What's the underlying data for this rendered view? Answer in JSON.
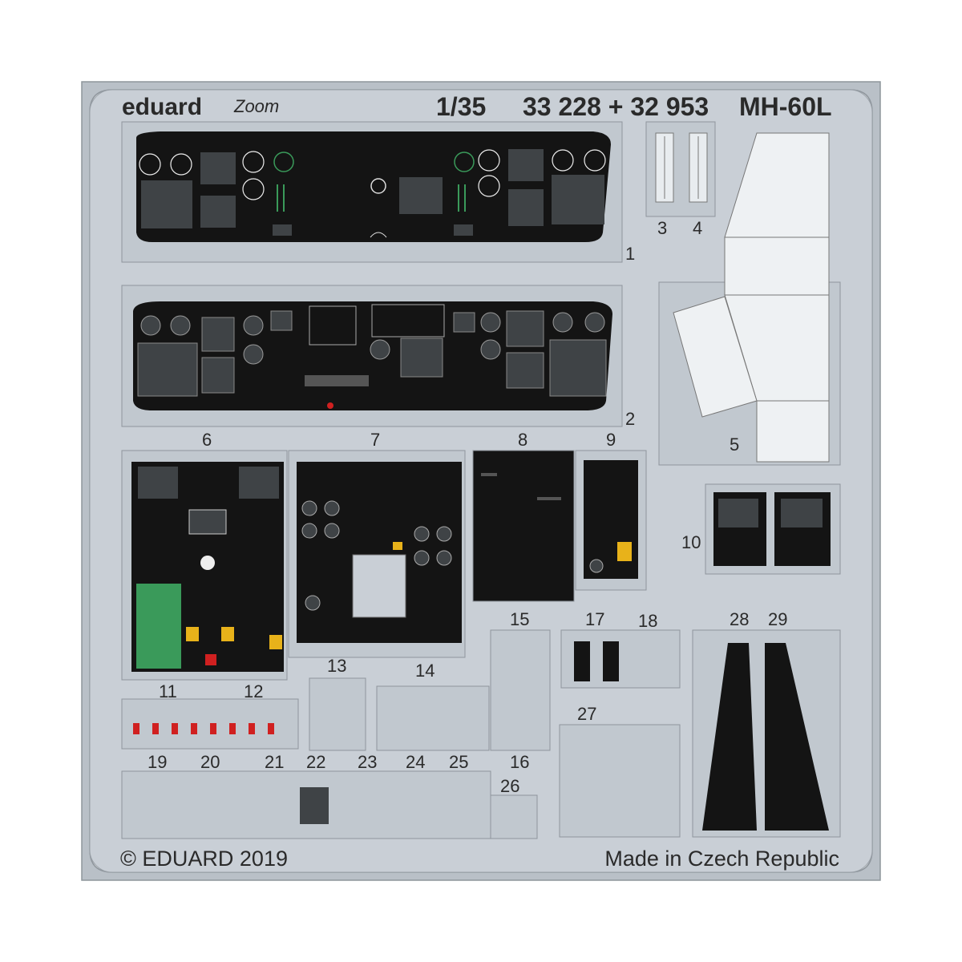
{
  "header": {
    "brand": "eduard",
    "brand_sub": "Zoom",
    "scale": "1/35",
    "kit_numbers": "33 228 + 32 953",
    "model": "MH-60L"
  },
  "footer": {
    "copyright": "© EDUARD 2019",
    "made_in": "Made in Czech Republic"
  },
  "part_numbers": [
    "1",
    "2",
    "3",
    "4",
    "5",
    "6",
    "7",
    "8",
    "9",
    "10",
    "11",
    "12",
    "13",
    "14",
    "15",
    "16",
    "17",
    "18",
    "19",
    "20",
    "21",
    "22",
    "23",
    "24",
    "25",
    "26",
    "27",
    "28",
    "29"
  ],
  "colors": {
    "fret": "#c9cfd6",
    "fret_edge": "#8e959c",
    "panel_black": "#141414",
    "screen": "#3f4346",
    "warning_yellow": "#e8b21a",
    "warning_red": "#d02020",
    "indicator_green": "#3a9a5a"
  }
}
